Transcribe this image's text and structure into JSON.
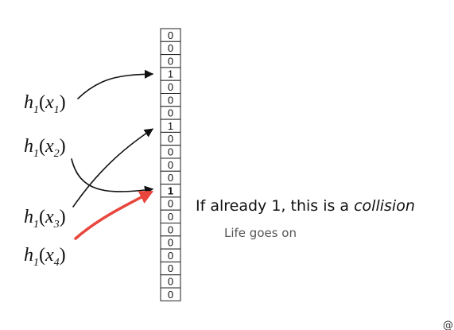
{
  "bit_array": {
    "bits": [
      "0",
      "0",
      "0",
      "1",
      "0",
      "0",
      "0",
      "1",
      "0",
      "0",
      "0",
      "0",
      "1",
      "0",
      "0",
      "0",
      "0",
      "0",
      "0",
      "0",
      "0"
    ],
    "highlight_index": 12
  },
  "hash_labels": [
    {
      "fn": "h",
      "fn_sub": "1",
      "arg": "x",
      "arg_sub": "1",
      "target_index": 3,
      "arrow_color": "#111111"
    },
    {
      "fn": "h",
      "fn_sub": "1",
      "arg": "x",
      "arg_sub": "2",
      "target_index": 12,
      "arrow_color": "#111111"
    },
    {
      "fn": "h",
      "fn_sub": "1",
      "arg": "x",
      "arg_sub": "3",
      "target_index": 7,
      "arrow_color": "#111111"
    },
    {
      "fn": "h",
      "fn_sub": "1",
      "arg": "x",
      "arg_sub": "4",
      "target_index": 12,
      "arrow_color": "#e8453c"
    }
  ],
  "caption": {
    "main_prefix": "If already 1, this is a ",
    "main_emphasis": "collision",
    "sub": "Life goes on"
  },
  "corner_icon": "spiral-icon",
  "colors": {
    "collision_arrow": "#e8453c",
    "ink": "#111111",
    "caption_sub": "#555555"
  }
}
